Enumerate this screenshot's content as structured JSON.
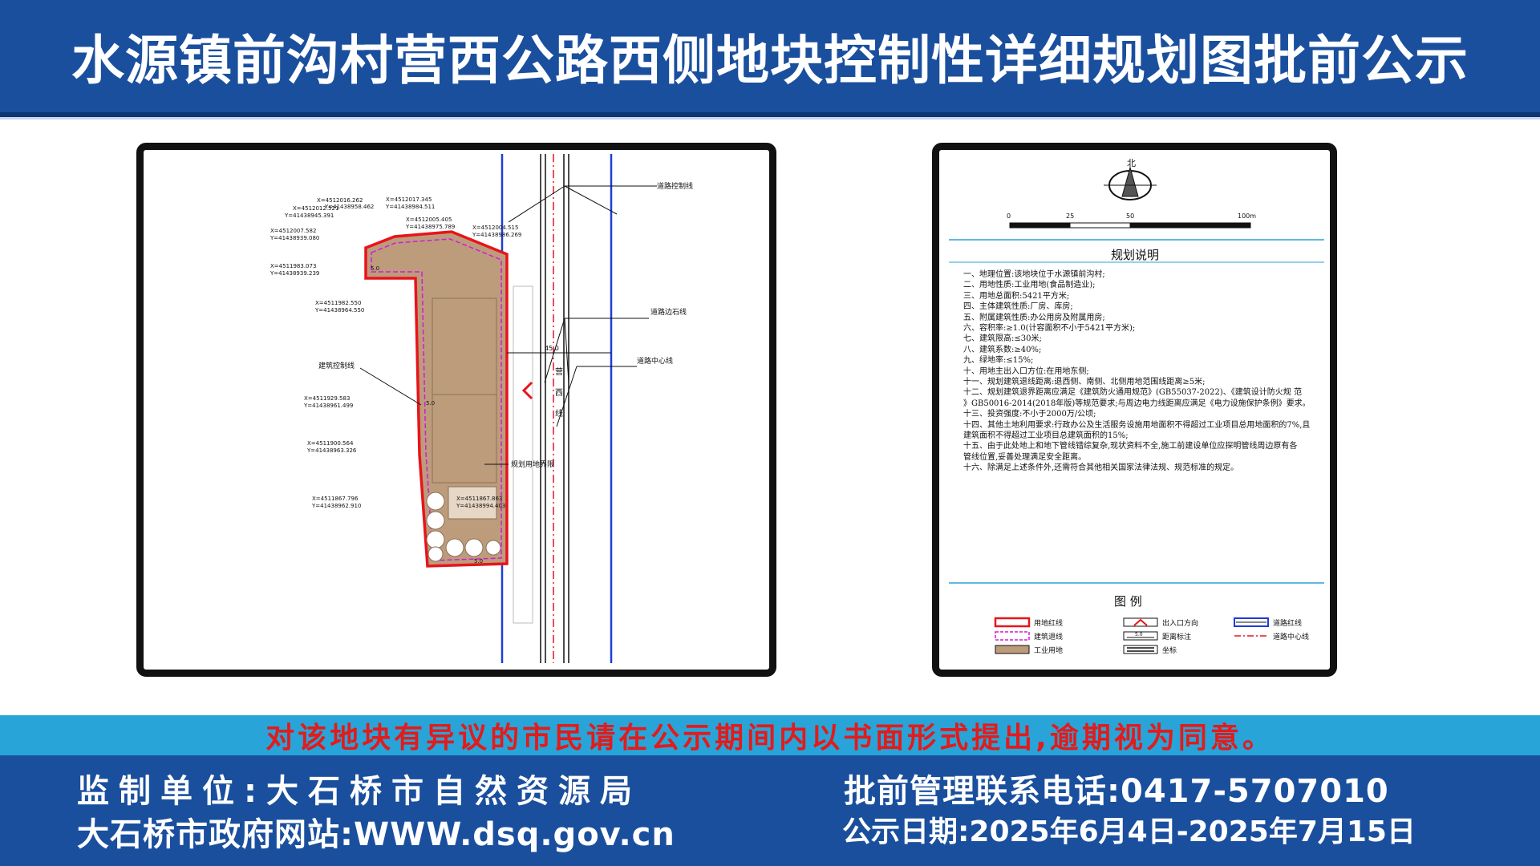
{
  "header": {
    "title": "水源镇前沟村营西公路西侧地块控制性详细规划图批前公示"
  },
  "map": {
    "labels": {
      "road_control_line": "道路控制线",
      "road_edge_line": "道路边石线",
      "road_center_line": "道路中心线",
      "building_control_line": "建筑控制线",
      "planning_boundary": "规划用地界限",
      "road_name_1": "营",
      "road_name_2": "西",
      "road_name_3": "线",
      "dim_road": "45.0",
      "dim_north": "5.0",
      "dim_west": "5.0",
      "dim_south": "5.0"
    },
    "coords": [
      {
        "x": "X=4512016.262",
        "y": "Y=41438958.462"
      },
      {
        "x": "X=4512012.521",
        "y": "Y=41438945.391"
      },
      {
        "x": "X=4512017.345",
        "y": "Y=41438984.511"
      },
      {
        "x": "X=4512005.405",
        "y": "Y=41438975.789"
      },
      {
        "x": "X=4512004.515",
        "y": "Y=41438986.269"
      },
      {
        "x": "X=4512007.582",
        "y": "Y=41438939.080"
      },
      {
        "x": "X=4511983.073",
        "y": "Y=41438939.239"
      },
      {
        "x": "X=4511982.550",
        "y": "Y=41438964.550"
      },
      {
        "x": "X=4511929.583",
        "y": "Y=41438961.499"
      },
      {
        "x": "X=4511900.564",
        "y": "Y=41438963.326"
      },
      {
        "x": "X=4511867.796",
        "y": "Y=41438962.910"
      },
      {
        "x": "X=4511867.863",
        "y": "Y=41438994.403"
      }
    ]
  },
  "notes": {
    "north_label": "北",
    "scale": [
      "0",
      "25",
      "50",
      "100m"
    ],
    "title": "规划说明",
    "items": [
      "一、地理位置:该地块位于水源镇前沟村;",
      "二、用地性质:工业用地(食品制造业);",
      "三、用地总面积:5421平方米;",
      "四、主体建筑性质:厂房、库房;",
      "五、附属建筑性质:办公用房及附属用房;",
      "六、容积率:≥1.0(计容面积不小于5421平方米);",
      "七、建筑限高:≤30米;",
      "八、建筑系数:≥40%;",
      "九、绿地率:≤15%;",
      "十、用地主出入口方位:在用地东侧;",
      "十一、规划建筑退线距离:退西侧、南侧、北侧用地范围线距离≥5米;",
      "十二、规划建筑退界距离应满足《建筑防火通用规范》(GB55037-2022)、《建筑设计防火规 范",
      "》GB50016-2014(2018年版)等规范要求;与周边电力线距离应满足《电力设施保护条例》要求。",
      "十三、投资强度:不小于2000万/公顷;",
      "十四、其他土地利用要求:行政办公及生活服务设施用地面积不得超过工业项目总用地面积的7%,且",
      "建筑面积不得超过工业项目总建筑面积的15%;",
      "十五、由于此处地上和地下管线错综复杂,现状资料不全,施工前建设单位应探明管线周边原有各",
      "管线位置,妥善处理满足安全距离。",
      "十六、除满足上述条件外,还需符合其他相关国家法律法规、规范标准的规定。"
    ],
    "legend_title": "图 例",
    "legend": {
      "land_red_line": "用地红线",
      "building_setback": "建筑退线",
      "industrial_land": "工业用地",
      "entrance_direction": "出入口方向",
      "distance_mark": "距离标注",
      "coordinate": "坐标",
      "road_red_line": "道路红线",
      "road_center_line": "道路中心线"
    },
    "legend_dim": "5.0"
  },
  "notice": "对该地块有异议的市民请在公示期间内以书面形式提出,逾期视为同意。",
  "footer": {
    "supervisor": "监制单位:大石桥市自然资源局",
    "phone": "批前管理联系电话:0417-5707010",
    "website": "大石桥市政府网站:WWW.dsq.gov.cn",
    "dates": "公示日期:2025年6月4日-2025年7月15日"
  },
  "colors": {
    "header_bg": "#1a4f9e",
    "notice_bg": "#29a4d8",
    "notice_text": "#e21b1b",
    "land_fill": "#bd9c7c",
    "red_line": "#e8141b",
    "magenta_line": "#d21bd6",
    "road_blue": "#1f3bd6"
  }
}
